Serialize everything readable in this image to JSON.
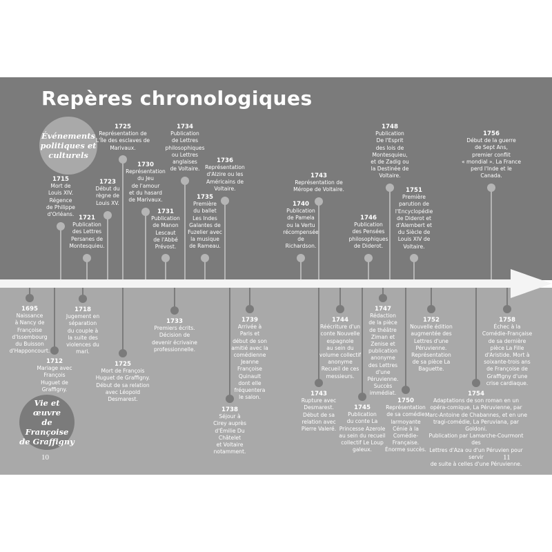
{
  "title": "Repères chronologiques",
  "sections": {
    "political": "Événements\npolitiques et\nculturels",
    "life": "Vie et œuvre\nde Françoise\nde Graffigny"
  },
  "page_numbers": {
    "left": "10",
    "right": "11"
  },
  "colors": {
    "top_bg": "#7b7b7b",
    "bottom_bg": "#a9a9a9",
    "arrow": "#f4f4f4"
  },
  "top_events": [
    {
      "year": "1715",
      "lines": [
        "Mort de",
        "Louis XIV.",
        "Régence",
        "de Philippe",
        "d'Orléans."
      ]
    },
    {
      "year": "1721",
      "lines": [
        "Publication",
        "des Lettres",
        "Persanes de",
        "Montesquieu."
      ]
    },
    {
      "year": "1723",
      "lines": [
        "Début du",
        "règne de",
        "Louis XV."
      ]
    },
    {
      "year": "1725",
      "lines": [
        "Représentation de",
        "L'Île des esclaves de",
        "Marivaux."
      ]
    },
    {
      "year": "1730",
      "lines": [
        "Représentation",
        "du Jeu",
        "de l'amour",
        "et du hasard",
        "de Marivaux."
      ]
    },
    {
      "year": "1731",
      "lines": [
        "Publication",
        "de Manon",
        "Lescaut",
        "de l'Abbé",
        "Prévost."
      ]
    },
    {
      "year": "1734",
      "lines": [
        "Publication",
        "de Lettres",
        "philosophiques",
        "ou Lettres",
        "anglaises",
        "de Voltaire."
      ]
    },
    {
      "year": "1735",
      "lines": [
        "Première",
        "du ballet",
        "Les Indes",
        "Galantes de",
        "Fuzelier avec",
        "la musique",
        "de Rameau."
      ]
    },
    {
      "year": "1736",
      "lines": [
        "Représentation",
        "d'Alzire ou les",
        "Américains de",
        "Voltaire."
      ]
    },
    {
      "year": "1740",
      "lines": [
        "Publication",
        "de Pamela",
        "ou la Vertu",
        "récompensée",
        "de",
        "Richardson."
      ]
    },
    {
      "year": "1743",
      "lines": [
        "Représentation de",
        "Mérope de Voltaire."
      ]
    },
    {
      "year": "1746",
      "lines": [
        "Publication",
        "des Pensées",
        "philosophiques",
        "de Diderot."
      ]
    },
    {
      "year": "1748",
      "lines": [
        "Publication",
        "De l'Esprit",
        "des lois de",
        "Montesquieu,",
        "et de Zadig ou",
        "la Destinée de",
        "Voltaire."
      ]
    },
    {
      "year": "1751",
      "lines": [
        "Première",
        "parution de",
        "l'Encyclopédie",
        "de Diderot et",
        "d'Alembert et",
        "du Siècle de",
        "Louis XIV de",
        "Voltaire."
      ]
    },
    {
      "year": "1756",
      "lines": [
        "Début de la guerre",
        "de Sept Ans,",
        "premier conflit",
        "« mondial ». La France",
        "perd l'Inde et le",
        "Canada."
      ]
    }
  ],
  "bottom_events": [
    {
      "year": "1695",
      "lines": [
        "Naissance",
        "à Nancy de",
        "Françoise",
        "d'Issembourg",
        "du Buisson",
        "d'Happoncourt."
      ]
    },
    {
      "year": "1712",
      "lines": [
        "Mariage avec",
        "François",
        "Huguet de",
        "Graffigny."
      ]
    },
    {
      "year": "1718",
      "lines": [
        "Jugement en",
        "séparation",
        "du couple à",
        "la suite des",
        "violences du",
        "mari."
      ]
    },
    {
      "year": "1725",
      "lines": [
        "Mort de François",
        "Huguet de Graffigny.",
        "Début de sa relation",
        "avec Léopold",
        "Desmarest."
      ]
    },
    {
      "year": "1733",
      "lines": [
        "Premiers écrits.",
        "Décision de",
        "devenir écrivaine",
        "professionnelle."
      ]
    },
    {
      "year": "1738",
      "lines": [
        "Séjour à",
        "Cirey auprès",
        "d'Émilie Du",
        "Châtelet",
        "et Voltaire",
        "notamment."
      ]
    },
    {
      "year": "1739",
      "lines": [
        "Arrivée à",
        "Paris et",
        "début de son",
        "amitié avec la",
        "comédienne",
        "Jeanne",
        "Françoise",
        "Quinault",
        "dont elle",
        "fréquentera",
        "le salon."
      ]
    },
    {
      "year": "1743",
      "lines": [
        "Rupture avec",
        "Desmarest.",
        "Début de sa",
        "relation avec",
        "Pierre Valeré."
      ]
    },
    {
      "year": "1744",
      "lines": [
        "Réécriture d'un",
        "conte Nouvelle",
        "espagnole",
        "au sein du",
        "volume collectif",
        "anonyme",
        "Recueil de ces",
        "messieurs."
      ]
    },
    {
      "year": "1745",
      "lines": [
        "Publication",
        "du conte La",
        "Princesse Azerole",
        "au sein du recueil",
        "collectif Le Loup",
        "galeux."
      ]
    },
    {
      "year": "1747",
      "lines": [
        "Rédaction",
        "de la pièce",
        "de théâtre",
        "Ziman et",
        "Zenise et",
        "publication",
        "anonyme",
        "des Lettres",
        "d'une",
        "Péruvienne.",
        "Succès",
        "immédiat."
      ]
    },
    {
      "year": "1750",
      "lines": [
        "Représentation",
        "de sa comédie",
        "larmoyante",
        "Cénie à la",
        "Comédie-",
        "Française.",
        "Énorme succès."
      ]
    },
    {
      "year": "1752",
      "lines": [
        "Nouvelle édition",
        "augmentée des",
        "Lettres d'une",
        "Péruvienne.",
        "Représentation",
        "de sa pièce La",
        "Baguette."
      ]
    },
    {
      "year": "1754",
      "lines": [
        "Adaptations de son roman en un",
        "opéra-comique, La Péruvienne, par",
        "Marc-Antoine de Chabannes, et en une",
        "tragi-comédie, La Peruviana, par Goldoni.",
        "Publication par Lamarche-Courmont des",
        "Lettres d'Aza ou d'un Péruvien pour servir",
        "de suite à celles d'une Péruvienne."
      ]
    },
    {
      "year": "1758",
      "lines": [
        "Échec à la",
        "Comédie-Française",
        "de sa dernière",
        "pièce La Fille",
        "d'Aristide. Mort à",
        "soixante-trois ans",
        "de Françoise de",
        "Graffigny d'une",
        "crise cardiaque."
      ]
    }
  ]
}
